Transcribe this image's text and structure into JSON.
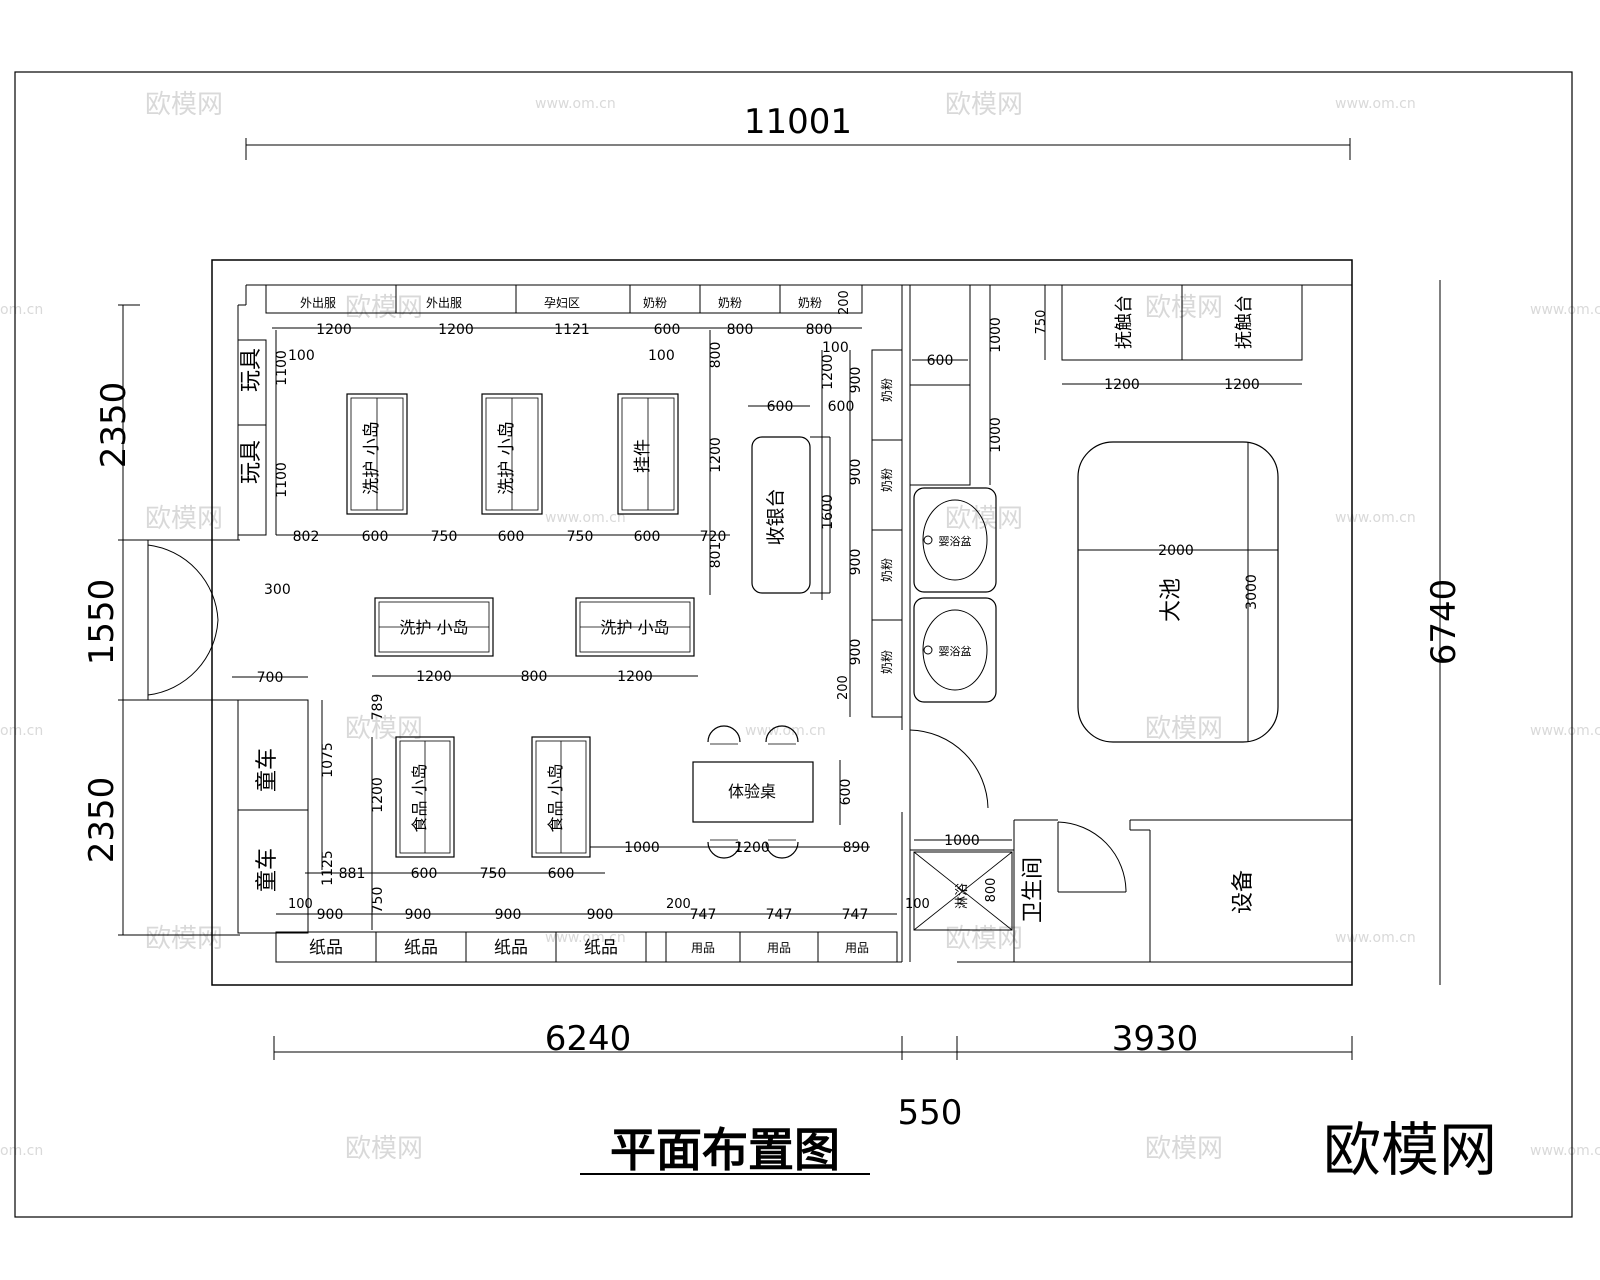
{
  "title": "平面布置图",
  "brand": "欧模网",
  "watermark": {
    "name": "欧模网",
    "url": "www.om.cn",
    "tail": "om.cn"
  },
  "overall_dims": {
    "top": "11001",
    "right": "6740",
    "left": [
      "2350",
      "1550",
      "2350"
    ],
    "bottom": [
      "6240",
      "3930"
    ],
    "gap": "550"
  },
  "rooms": {
    "pool": "大池",
    "toilet": "卫生间",
    "equipment": "设备",
    "cashier": "收银台",
    "experience": "体验桌",
    "shower": "淋浴"
  },
  "top_shelves": [
    "外出服",
    "外出服",
    "孕妇区",
    "奶粉",
    "奶粉",
    "奶粉"
  ],
  "top_shelf_dims": [
    "1200",
    "1200",
    "1121",
    "600",
    "800",
    "800"
  ],
  "left_shelves": [
    "玩具",
    "玩具"
  ],
  "stroller_shelves": [
    "童车",
    "童车"
  ],
  "right_shelves": [
    "奶粉",
    "奶粉",
    "奶粉",
    "奶粉"
  ],
  "right_shelf_dims": [
    "900",
    "900",
    "900",
    "900"
  ],
  "bottom_shelves": [
    "纸品",
    "纸品",
    "纸品",
    "纸品",
    "用品",
    "用品",
    "用品"
  ],
  "bottom_shelf_dims": [
    "900",
    "900",
    "900",
    "900",
    "747",
    "747",
    "747"
  ],
  "massage_tables": [
    "抚触台",
    "抚触台"
  ],
  "massage_dims": [
    "750",
    "1200",
    "1200"
  ],
  "island_row1": [
    "洗护 小岛",
    "洗护 小岛",
    "挂件"
  ],
  "island_row1_dims": [
    "802",
    "600",
    "750",
    "600",
    "750",
    "600",
    "720"
  ],
  "island_row2": [
    "洗护 小岛",
    "洗护 小岛"
  ],
  "island_row2_dims": [
    "1200",
    "800",
    "1200"
  ],
  "island_row3": [
    "食品 小岛",
    "食品 小岛"
  ],
  "island_row3_dims": [
    "881",
    "600",
    "750",
    "600",
    "1000",
    "1200",
    "890"
  ],
  "basins": [
    "婴浴盆",
    "婴浴盆"
  ],
  "misc_dims": {
    "d100a": "100",
    "d100b": "100",
    "d100c": "100",
    "d100d": "100",
    "d100e": "100",
    "d300": "300",
    "d200a": "200",
    "d200b": "200",
    "d200c": "200",
    "d800a": "800",
    "d1200a": "1200",
    "d801": "801",
    "d600a": "600",
    "d600b": "600",
    "d1600": "1600",
    "d1200b": "1200",
    "d900": "900",
    "d1100a": "1100",
    "d1100b": "1100",
    "d700": "700",
    "d1075": "1075",
    "d1125": "1125",
    "d789": "789",
    "d1200c": "1200",
    "d750": "750",
    "d600c": "600",
    "d600d": "600",
    "d1000a": "1000",
    "d1000b": "1000",
    "d1000c": "1000",
    "d800b": "800",
    "d2000": "2000",
    "d3000": "3000"
  }
}
